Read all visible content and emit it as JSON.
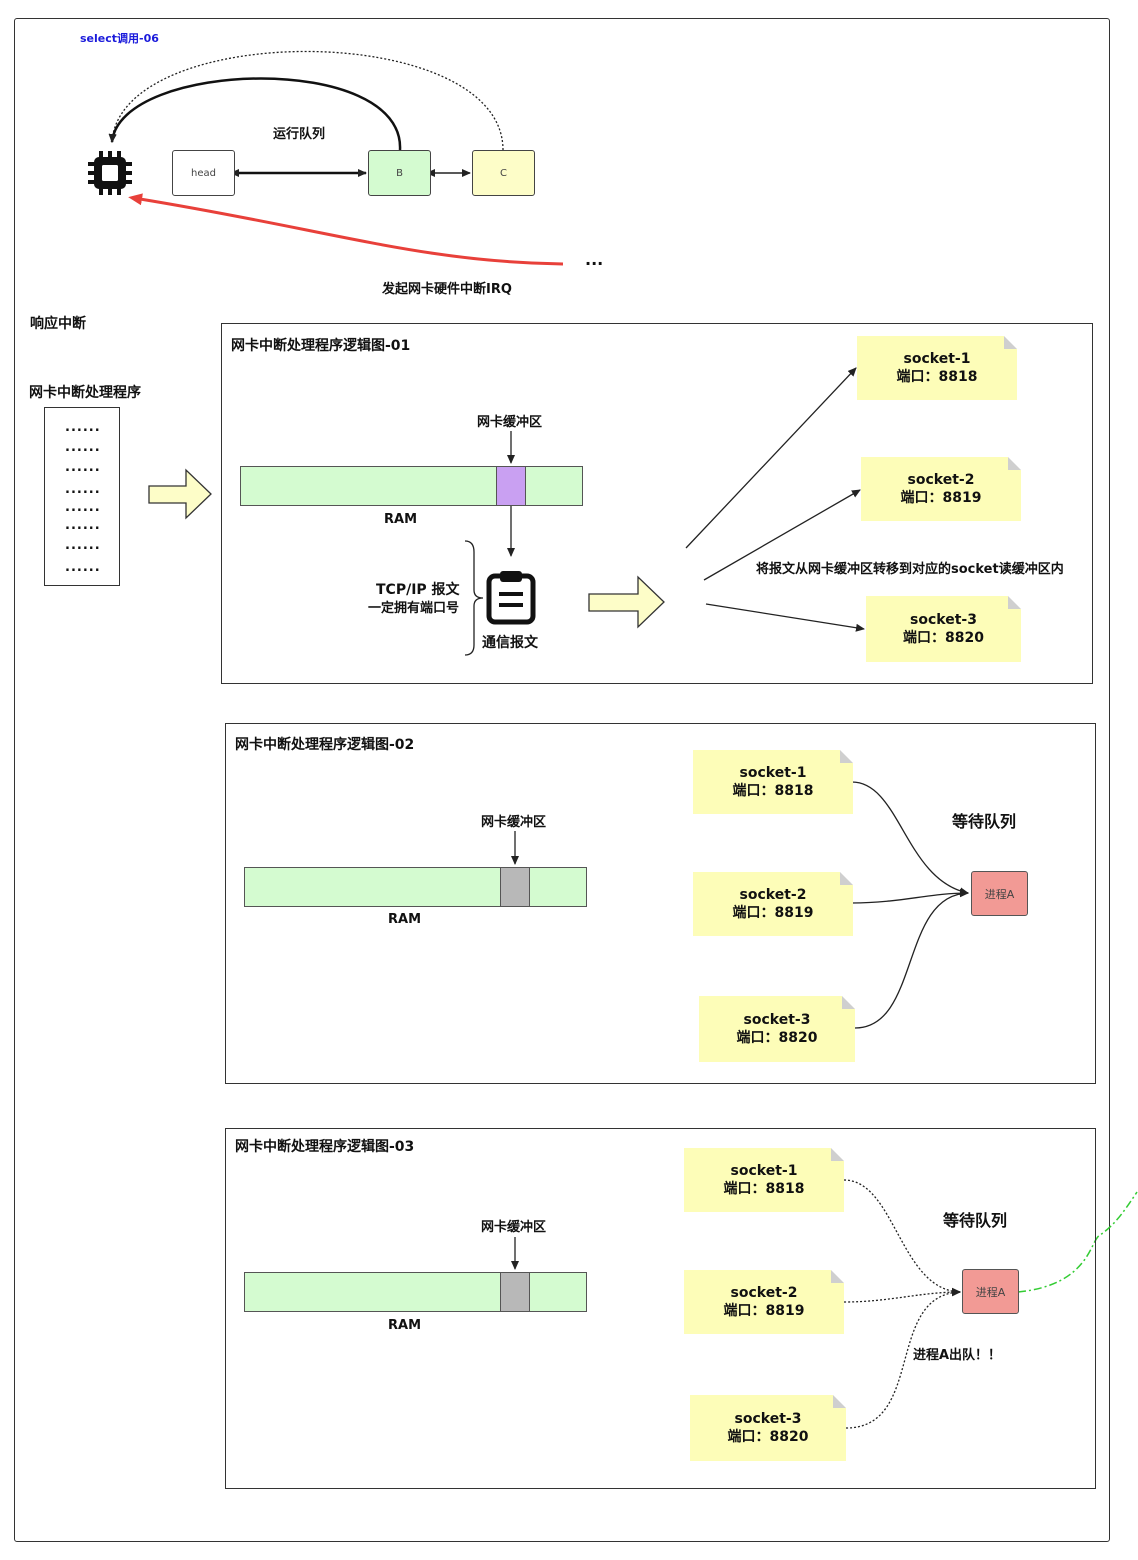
{
  "top": {
    "select_label": "select调用-06",
    "run_queue_label": "运行队列",
    "head_label": "head",
    "b_label": "B",
    "c_label": "C",
    "ellipsis": "...",
    "irq_label": "发起网卡硬件中断IRQ"
  },
  "left": {
    "respond_label": "响应中断",
    "handler_label": "网卡中断处理程序",
    "code_lines": [
      "......",
      "......",
      "......",
      "......",
      "......",
      "......",
      "......",
      "......"
    ]
  },
  "panel1": {
    "title": "网卡中断处理程序逻辑图-01",
    "buffer_label": "网卡缓冲区",
    "ram_label": "RAM",
    "tcp_label_1": "TCP/IP 报文",
    "tcp_label_2": "一定拥有端口号",
    "packet_label": "通信报文",
    "transfer_label": "将报文从网卡缓冲区转移到对应的socket读缓冲区内",
    "sockets": [
      {
        "name": "socket-1",
        "port": "端口：8818"
      },
      {
        "name": "socket-2",
        "port": "端口：8819"
      },
      {
        "name": "socket-3",
        "port": "端口：8820"
      }
    ]
  },
  "panel2": {
    "title": "网卡中断处理程序逻辑图-02",
    "buffer_label": "网卡缓冲区",
    "ram_label": "RAM",
    "wait_queue_label": "等待队列",
    "process_label": "进程A",
    "sockets": [
      {
        "name": "socket-1",
        "port": "端口：8818"
      },
      {
        "name": "socket-2",
        "port": "端口：8819"
      },
      {
        "name": "socket-3",
        "port": "端口：8820"
      }
    ]
  },
  "panel3": {
    "title": "网卡中断处理程序逻辑图-03",
    "buffer_label": "网卡缓冲区",
    "ram_label": "RAM",
    "wait_queue_label": "等待队列",
    "process_label": "进程A",
    "dequeue_label": "进程A出队！！",
    "sockets": [
      {
        "name": "socket-1",
        "port": "端口：8818"
      },
      {
        "name": "socket-2",
        "port": "端口：8819"
      },
      {
        "name": "socket-3",
        "port": "端口：8820"
      }
    ]
  },
  "colors": {
    "ram_green": "#d4fbd0",
    "buffer_purple": "#c9a0f2",
    "buffer_gray": "#b8b8b8",
    "note_yellow": "#fdfdb8",
    "node_green": "#d4fbd0",
    "node_yellow": "#fdfdc8",
    "process_red": "#f29a95",
    "irq_red": "#e8403a",
    "select_blue": "#1a1adb",
    "dash_green": "#33cc33"
  }
}
